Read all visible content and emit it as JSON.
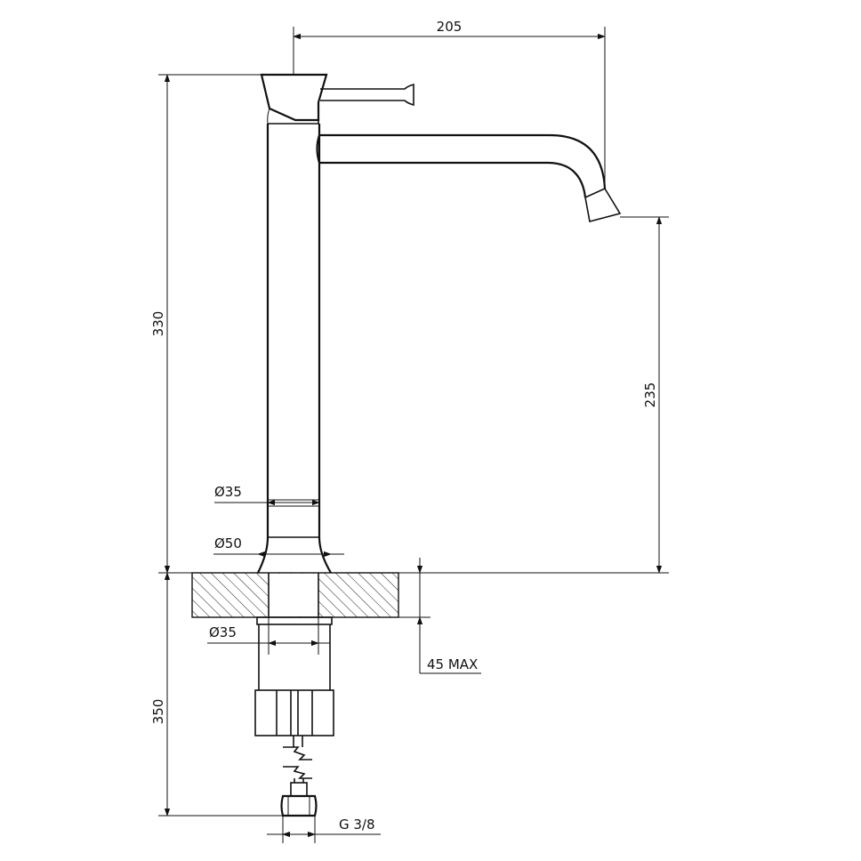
{
  "dimensions": {
    "spout_reach": "205",
    "total_height": "330",
    "spout_height": "235",
    "body_diameter": "Ø35",
    "base_diameter": "Ø50",
    "shank_diameter": "Ø35",
    "max_deck_thickness": "45 MAX",
    "supply_length": "350",
    "connection_thread": "G 3/8"
  }
}
